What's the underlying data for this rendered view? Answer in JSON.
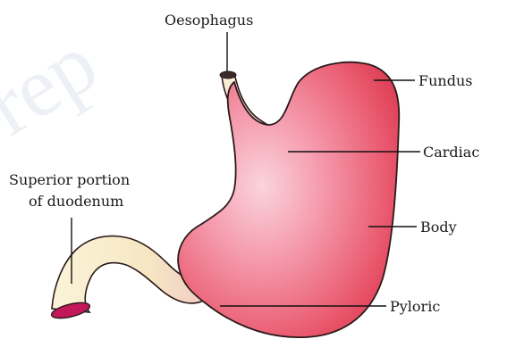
{
  "diagram": {
    "labels": {
      "oesophagus": "Oesophagus",
      "fundus": "Fundus",
      "cardiac": "Cardiac",
      "duodenum_line1": "Superior portion",
      "duodenum_line2": "of duodenum",
      "body": "Body",
      "pyloric": "Pyloric"
    },
    "watermark": "rep"
  },
  "colors": {
    "stomach_outer": "#e8475c",
    "stomach_highlight": "#f7b9c6",
    "tube_cream": "#f6ecc4",
    "outline": "#2b1a1a",
    "duodenum_opening": "#c2185b"
  }
}
